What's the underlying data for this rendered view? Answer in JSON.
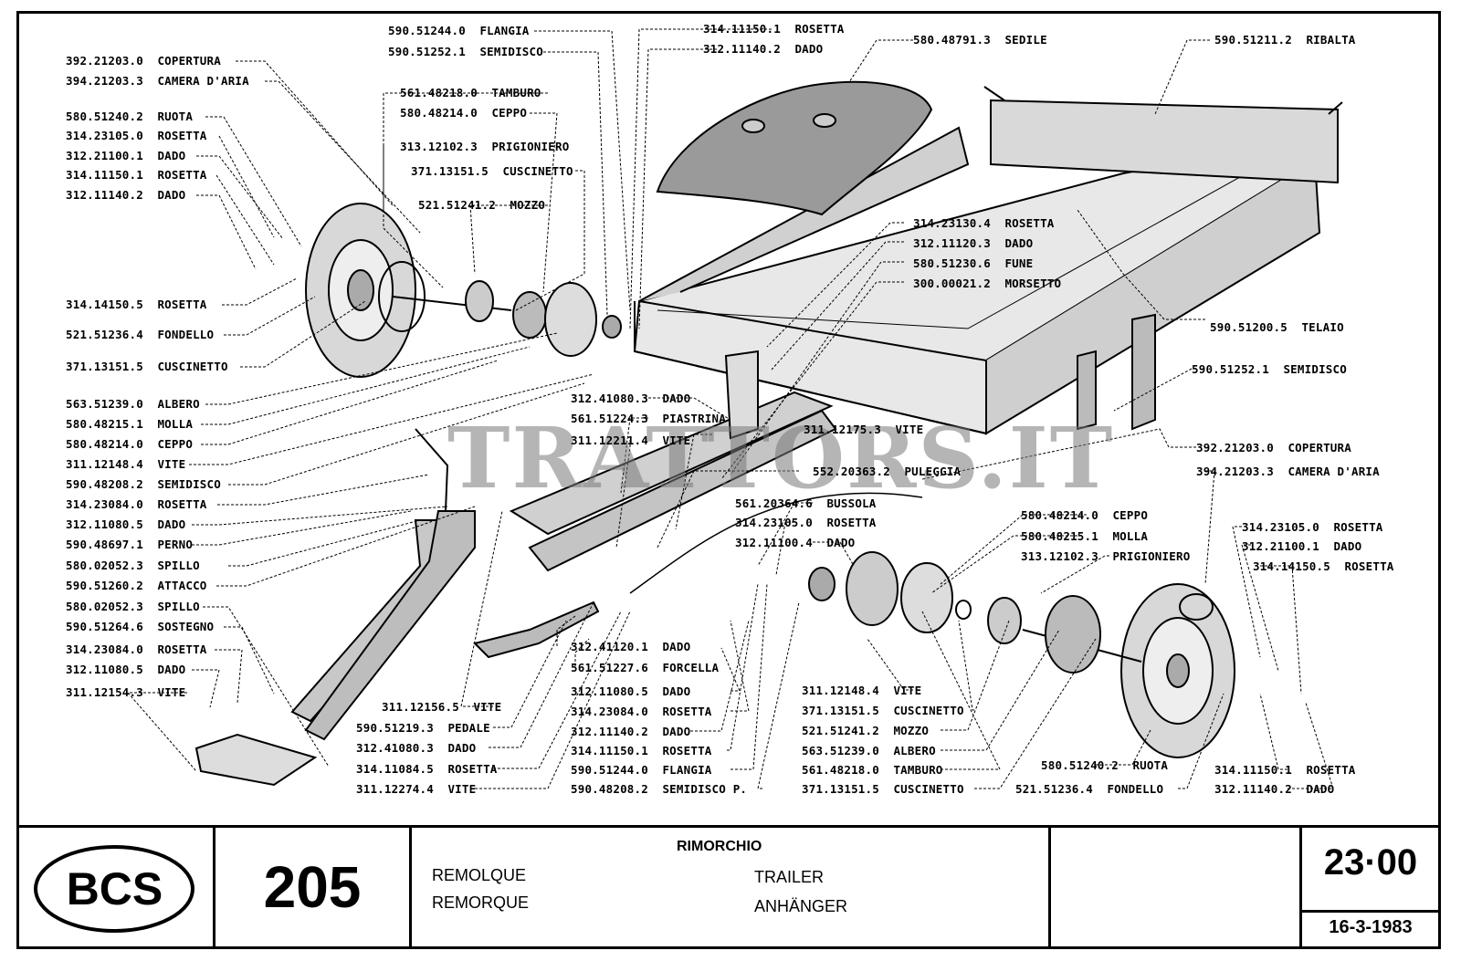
{
  "watermark": "TRATTORS.IT",
  "title_block": {
    "brand": "BCS",
    "model": "205",
    "title_it": "RIMORCHIO",
    "title_es": "REMOLQUE",
    "title_fr": "REMORQUE",
    "title_en": "TRAILER",
    "title_de": "ANHÄNGER",
    "table_no": "23·00",
    "date": "16-3-1983"
  },
  "labels": [
    {
      "code": "392.21203.0",
      "name": "COPERTURA"
    },
    {
      "code": "394.21203.3",
      "name": "CAMERA D'ARIA"
    },
    {
      "code": "580.51240.2",
      "name": "RUOTA"
    },
    {
      "code": "314.23105.0",
      "name": "ROSETTA"
    },
    {
      "code": "312.21100.1",
      "name": "DADO"
    },
    {
      "code": "314.11150.1",
      "name": "ROSETTA"
    },
    {
      "code": "312.11140.2",
      "name": "DADO"
    },
    {
      "code": "314.14150.5",
      "name": "ROSETTA"
    },
    {
      "code": "521.51236.4",
      "name": "FONDELLO"
    },
    {
      "code": "371.13151.5",
      "name": "CUSCINETTO"
    },
    {
      "code": "563.51239.0",
      "name": "ALBERO"
    },
    {
      "code": "580.48215.1",
      "name": "MOLLA"
    },
    {
      "code": "580.48214.0",
      "name": "CEPPO"
    },
    {
      "code": "311.12148.4",
      "name": "VITE"
    },
    {
      "code": "590.48208.2",
      "name": "SEMIDISCO"
    },
    {
      "code": "314.23084.0",
      "name": "ROSETTA"
    },
    {
      "code": "312.11080.5",
      "name": "DADO"
    },
    {
      "code": "590.48697.1",
      "name": "PERNO"
    },
    {
      "code": "580.02052.3",
      "name": "SPILLO"
    },
    {
      "code": "590.51260.2",
      "name": "ATTACCO"
    },
    {
      "code": "580.02052.3",
      "name": "SPILLO"
    },
    {
      "code": "590.51264.6",
      "name": "SOSTEGNO"
    },
    {
      "code": "314.23084.0",
      "name": "ROSETTA"
    },
    {
      "code": "312.11080.5",
      "name": "DADO"
    },
    {
      "code": "311.12154.3",
      "name": "VITE"
    },
    {
      "code": "590.51244.0",
      "name": "FLANGIA"
    },
    {
      "code": "590.51252.1",
      "name": "SEMIDISCO"
    },
    {
      "code": "314.11150.1",
      "name": "ROSETTA"
    },
    {
      "code": "312.11140.2",
      "name": "DADO"
    },
    {
      "code": "580.48791.3",
      "name": "SEDILE"
    },
    {
      "code": "590.51211.2",
      "name": "RIBALTA"
    },
    {
      "code": "561.48218.0",
      "name": "TAMBURO"
    },
    {
      "code": "580.48214.0",
      "name": "CEPPO"
    },
    {
      "code": "313.12102.3",
      "name": "PRIGIONIERO"
    },
    {
      "code": "371.13151.5",
      "name": "CUSCINETTO"
    },
    {
      "code": "521.51241.2",
      "name": "MOZZO"
    },
    {
      "code": "314.23130.4",
      "name": "ROSETTA"
    },
    {
      "code": "312.11120.3",
      "name": "DADO"
    },
    {
      "code": "580.51230.6",
      "name": "FUNE"
    },
    {
      "code": "300.00021.2",
      "name": "MORSETTO"
    },
    {
      "code": "590.51200.5",
      "name": "TELAIO"
    },
    {
      "code": "590.51252.1",
      "name": "SEMIDISCO"
    },
    {
      "code": "312.41080.3",
      "name": "DADO"
    },
    {
      "code": "561.51224.3",
      "name": "PIASTRINA"
    },
    {
      "code": "311.12211.4",
      "name": "VITE"
    },
    {
      "code": "311.12175.3",
      "name": "VITE"
    },
    {
      "code": "552.20363.2",
      "name": "PULEGGIA"
    },
    {
      "code": "561.20364.6",
      "name": "BUSSOLA"
    },
    {
      "code": "314.23105.0",
      "name": "ROSETTA"
    },
    {
      "code": "312.11100.4",
      "name": "DADO"
    },
    {
      "code": "392.21203.0",
      "name": "COPERTURA"
    },
    {
      "code": "394.21203.3",
      "name": "CAMERA D'ARIA"
    },
    {
      "code": "580.48214.0",
      "name": "CEPPO"
    },
    {
      "code": "580.48215.1",
      "name": "MOLLA"
    },
    {
      "code": "313.12102.3",
      "name": "PRIGIONIERO"
    },
    {
      "code": "314.23105.0",
      "name": "ROSETTA"
    },
    {
      "code": "312.21100.1",
      "name": "DADO"
    },
    {
      "code": "314.14150.5",
      "name": "ROSETTA"
    },
    {
      "code": "312.41120.1",
      "name": "DADO"
    },
    {
      "code": "561.51227.6",
      "name": "FORCELLA"
    },
    {
      "code": "312.11080.5",
      "name": "DADO"
    },
    {
      "code": "314.23084.0",
      "name": "ROSETTA"
    },
    {
      "code": "312.11140.2",
      "name": "DADO"
    },
    {
      "code": "314.11150.1",
      "name": "ROSETTA"
    },
    {
      "code": "590.51244.0",
      "name": "FLANGIA"
    },
    {
      "code": "590.48208.2",
      "name": "SEMIDISCO P."
    },
    {
      "code": "311.12156.5",
      "name": "VITE"
    },
    {
      "code": "590.51219.3",
      "name": "PEDALE"
    },
    {
      "code": "312.41080.3",
      "name": "DADO"
    },
    {
      "code": "314.11084.5",
      "name": "ROSETTA"
    },
    {
      "code": "311.12274.4",
      "name": "VITE"
    },
    {
      "code": "311.12148.4",
      "name": "VITE"
    },
    {
      "code": "371.13151.5",
      "name": "CUSCINETTO"
    },
    {
      "code": "521.51241.2",
      "name": "MOZZO"
    },
    {
      "code": "563.51239.0",
      "name": "ALBERO"
    },
    {
      "code": "561.48218.0",
      "name": "TAMBURO"
    },
    {
      "code": "371.13151.5",
      "name": "CUSCINETTO"
    },
    {
      "code": "580.51240.2",
      "name": "RUOTA"
    },
    {
      "code": "521.51236.4",
      "name": "FONDELLO"
    },
    {
      "code": "314.11150.1",
      "name": "ROSETTA"
    },
    {
      "code": "312.11140.2",
      "name": "DADO"
    }
  ]
}
